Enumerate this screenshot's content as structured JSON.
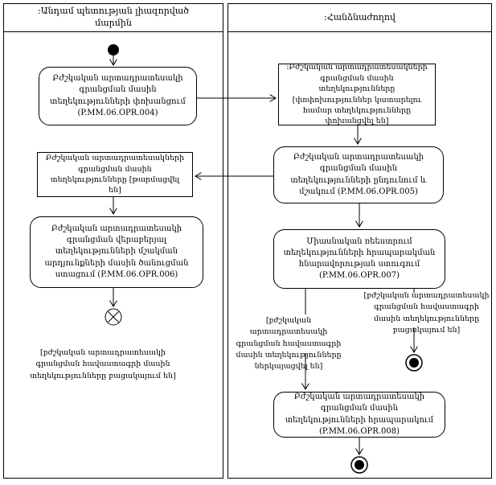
{
  "diagram": {
    "type": "uml-activity-swimlane",
    "colors": {
      "line": "#000000",
      "background": "#ffffff",
      "text": "#000000"
    },
    "lanes": [
      {
        "title": ":Անդամ պետության լիազորված մարմին"
      },
      {
        "title": ":Հանձնաժողով"
      }
    ],
    "nodes": {
      "activity_1": "Բժշկական արտադրատեսակի գրանցման մասին տեղեկությունների փոխանցում (P.MM.06.OPR.004)",
      "object_1": ":Բժշկական արտադրատեսակների գրանցման մասին տեղեկությունները [փոփոխություններ կատարելու համար տեղեկությունները փոխանցվել են]",
      "activity_2": "Բժշկական արտադրատեսակի գրանցման մասին տեղեկությունների ընդունում և մշակում (P.MM.06.OPR.005)",
      "object_2": "Բժշկական արտադրատեսակների գրանցման մասին տեղեկությունները [թարմացվել են]",
      "activity_3": "Բժշկական արտադրատեսակի գրանցման վերաբերյալ տեղեկությունների մշակման արդյունքների մասին ծանուցման ստացում (P.MM.06.OPR.006)",
      "activity_4": "Միասնական ռեեստրում տեղեկությունների հրապարակման հնարավորության ստուգում (P.MM.06.OPR.007)",
      "activity_5": "Բժշկական արտադրատեսակի գրանցման մասին տեղեկությունների հրապարակում (P.MM.06.OPR.008)"
    },
    "guards": {
      "submitted": "[բժշկական արտադրատեսակի գրանցման հավաստագրի մասին տեղեկությունները ներկայացվել են]",
      "absent_right": "[բժշկական արտադրատեսակի գրանցման հավաստագրի մասին տեղեկությունները բացակայում են]",
      "absent_left": "[բժշկական արտադրատեսակի գրանցման հավաստագրի մասին տեղեկությունները բացակայում են]"
    },
    "symbols": {
      "start_node": "initial-node",
      "flow_final_node": "flow-final-x",
      "final_node_1": "activity-final-bullseye",
      "final_node_2": "activity-final-bullseye"
    }
  }
}
